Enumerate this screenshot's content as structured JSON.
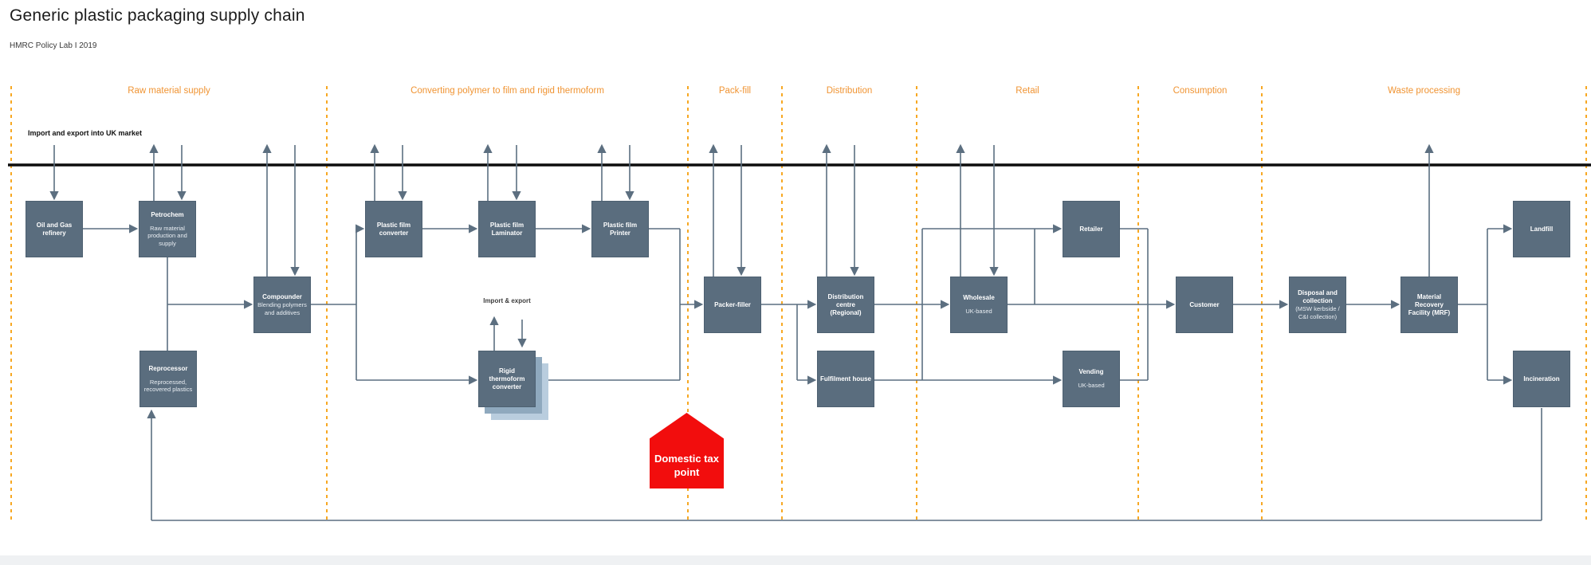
{
  "title": "Generic plastic packaging supply chain",
  "subtitle": "HMRC Policy Lab I 2019",
  "timeline_label": "Import and export into UK market",
  "colors": {
    "stage_accent_orange": "#f09433",
    "boundary_dash_orange": "#f7a823",
    "node_fill": "#5a6d7e",
    "connector_gray": "#5c6f80",
    "timeline_black": "#0d0d0d",
    "tax_point_red": "#f20d0d"
  },
  "stages": [
    {
      "label": "Raw material supply"
    },
    {
      "label": "Converting polymer to film and rigid thermoform"
    },
    {
      "label": "Pack-fill"
    },
    {
      "label": "Distribution"
    },
    {
      "label": "Retail"
    },
    {
      "label": "Consumption"
    },
    {
      "label": "Waste processing"
    }
  ],
  "nodes": {
    "oil_gas": {
      "title": "Oil and Gas refinery"
    },
    "petrochem": {
      "title": "Petrochem",
      "subtitle": "Raw material production and supply"
    },
    "compounder": {
      "title": "Compounder",
      "subtitle": "Blending polymers and additives"
    },
    "reprocessor": {
      "title": "Reprocessor",
      "subtitle": "Reprocessed, recovered plastics"
    },
    "film_converter": {
      "title": "Plastic film converter"
    },
    "film_laminator": {
      "title": "Plastic film Laminator"
    },
    "film_printer": {
      "title": "Plastic film Printer"
    },
    "rigid_thermoform": {
      "title": "Rigid thermoform converter"
    },
    "packer_filler": {
      "title": "Packer-filler"
    },
    "distribution_centre": {
      "title": "Distribution centre (Regional)"
    },
    "fulfilment_house": {
      "title": "Fulfilment house"
    },
    "wholesale": {
      "title": "Wholesale",
      "subtitle": "UK-based"
    },
    "retailer": {
      "title": "Retailer"
    },
    "vending": {
      "title": "Vending",
      "subtitle": "UK-based"
    },
    "customer": {
      "title": "Customer"
    },
    "disposal": {
      "title": "Disposal and collection",
      "subtitle": "(MSW kerbside / C&I collection)"
    },
    "mrf": {
      "title": "Material Recovery Facility (MRF)"
    },
    "landfill": {
      "title": "Landfill"
    },
    "incineration": {
      "title": "Incineration"
    }
  },
  "annotations": {
    "import_export": "Import & export",
    "tax_point": "Domestic tax point"
  }
}
